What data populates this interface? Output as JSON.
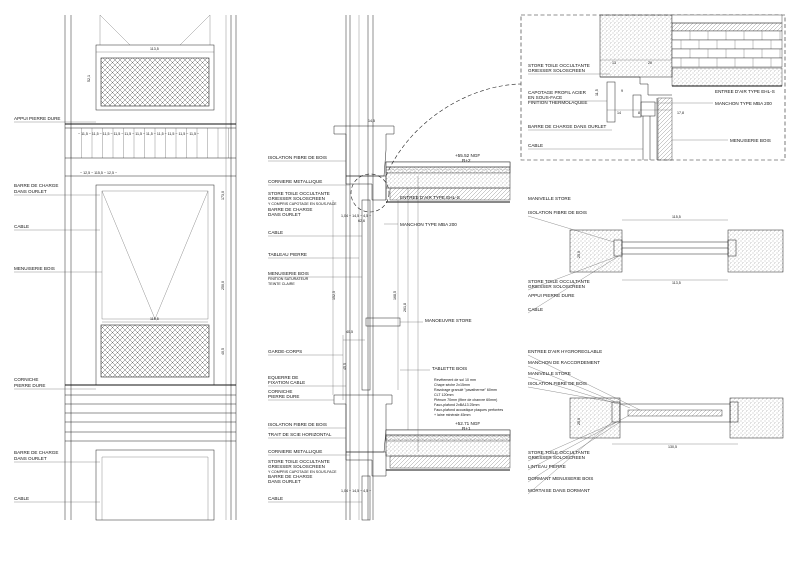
{
  "elevation": {
    "labels": {
      "appui": "APPUI PIERRE DURE",
      "barre1a": "BARRE DE CHARGE",
      "barre1b": "DANS OURLET",
      "cable1": "CABLE",
      "menuiserie": "MENUISERIE BOIS",
      "corniche_a": "CORNICHE",
      "corniche_b": "PIERRE DURE",
      "barre2a": "BARRE DE CHARGE",
      "barre2b": "DANS OURLET",
      "cable2": "CABLE"
    },
    "dims": {
      "top_width": "113,5",
      "grille_h1": "52,1",
      "row1": "~ 11,5 ~ 11,5 ~ 11,5 ~ 11,5 ~ 11,5 ~ 11,5 ~ 11,5 ~ 11,5 ~ 11,5 ~ 11,5 ~ 11,5 ~",
      "row2": "~ 12,5 ~ 115,5 ~ 12,5 ~",
      "mid_width": "115,5",
      "total_h": "250,0",
      "right_small": "40,5",
      "right_mid": "173,0"
    }
  },
  "section": {
    "labels": {
      "isolation1": "ISOLATION FIBRE DE BOIS",
      "corniere1": "CORNIERE METALLIQUE",
      "store1a": "STORE TOILE OCCULTANTE",
      "store1b": "GRIESSER SOLOSCREEN",
      "store1c": "Y COMPRIS CAPOTAGE EN SOUS-FACE",
      "barre1a": "BARRE DE CHARGE",
      "barre1b": "DANS OURLET",
      "cable1": "CABLE",
      "tableau": "TABLEAU PIERRE",
      "menuiserie_a": "MENUISERIE BOIS",
      "menuiserie_b": "FINITION SATURATEUR",
      "menuiserie_c": "TEINTE CLAIRE",
      "garde": "GARDE-CORPS",
      "equerre_a": "EQUERRE DE",
      "equerre_b": "FIXATION CABLE",
      "corniche_a": "CORNICHE",
      "corniche_b": "PIERRE DURE",
      "isolation2": "ISOLATION FIBRE DE BOIS",
      "trait": "TRAIT DE SCIE HORIZONTAL",
      "corniere2": "CORNIERE METALLIQUE",
      "store2a": "STORE TOILE OCCULTANTE",
      "store2b": "GRIESSER SOLOSCREEN",
      "store2c": "Y COMPRIS CAPOTAGE EN SOUS-FACE",
      "barre2a": "BARRE DE CHARGE",
      "barre2b": "DANS OURLET",
      "cable2": "CABLE",
      "level1a": "+55.52 NGF",
      "level1b": "R+2",
      "entree": "ENTREE D'AIR TYPE EHL-S",
      "manchon": "MANCHON TYPE MBA 200",
      "manoeuvre": "MANOEUVRE STORE",
      "tablette": "TABLETTE BOIS",
      "level2a": "+52.71 NGF",
      "level2b": "R+1",
      "floor_notes": [
        "Revêtement de sol 10 mm",
        "Chape sèche 2x15mm",
        "Ravoirage granulé \"pavatherme\" 60mm",
        "CLT 120mm",
        "Plénum 70mm (fibre de chanvre 60mm)",
        "Faux-plafond 2xBA13 25mm",
        "Faux-plafond acoustique plaques perforées",
        "+ laine minérale 45mm"
      ]
    },
    "dims": {
      "d1": "14,5",
      "d2": "62,6",
      "d3": "1,04 ~ 14,5 ~ 4,5 ~",
      "h1": "152,5",
      "h2": "168,5",
      "h3": "261,8",
      "h4": "45,5",
      "h5": "40,5"
    }
  },
  "detail_top": {
    "labels": {
      "store_a": "STORE TOILE OCCULTANTE",
      "store_b": "GRIESSER SOLOSCREEN",
      "capot_a": "CAPOTAGE PROFIL ACIER",
      "capot_b": "EN SOUS-FACE",
      "capot_c": "FINITION THERMOLAQUEE",
      "barre": "BARRE DE CHARGE DANS OURLET",
      "cable": "CABLE",
      "entree": "ENTREE D'AIR TYPE EHL-S",
      "manchon": "MANCHON TYPE MBA 200",
      "menuiserie": "MENUISERIE BOIS"
    },
    "dims": {
      "d13": "13",
      "d20": "20",
      "d115": "11,5",
      "d14": "14",
      "d8": "8",
      "d178": "17,8",
      "d9": "9"
    }
  },
  "plan1": {
    "labels": {
      "manivelle": "MANIVELLE STORE",
      "isolation": "ISOLATION FIBRE DE BOIS",
      "store_a": "STORE TOILE OCCULTANTE",
      "store_b": "GRIESSER SOLOSCREEN",
      "appui": "APPUI PIERRE DURE",
      "cable": "CABLE"
    },
    "dims": {
      "w1": "115,5",
      "w2": "113,5",
      "d25": "25,0"
    }
  },
  "plan2": {
    "labels": {
      "entree": "ENTREE D'AIR HYGROREGLABLE",
      "manchon": "MANCHON DE RACCORDEMENT",
      "manivelle": "MANIVELLE STORE",
      "isolation": "ISOLATION FIBRE DE BOIS",
      "store_a": "STORE TOILE OCCULTANTE",
      "store_b": "GRIESSER SOLOSCREEN",
      "linteau": "LINTEAU PIERRE",
      "dormant": "DORMANT MENUISERIE BOIS",
      "mortaise": "MORTAISE DANS DORMANT"
    },
    "dims": {
      "w1": "130,5",
      "d25": "25,0"
    }
  }
}
